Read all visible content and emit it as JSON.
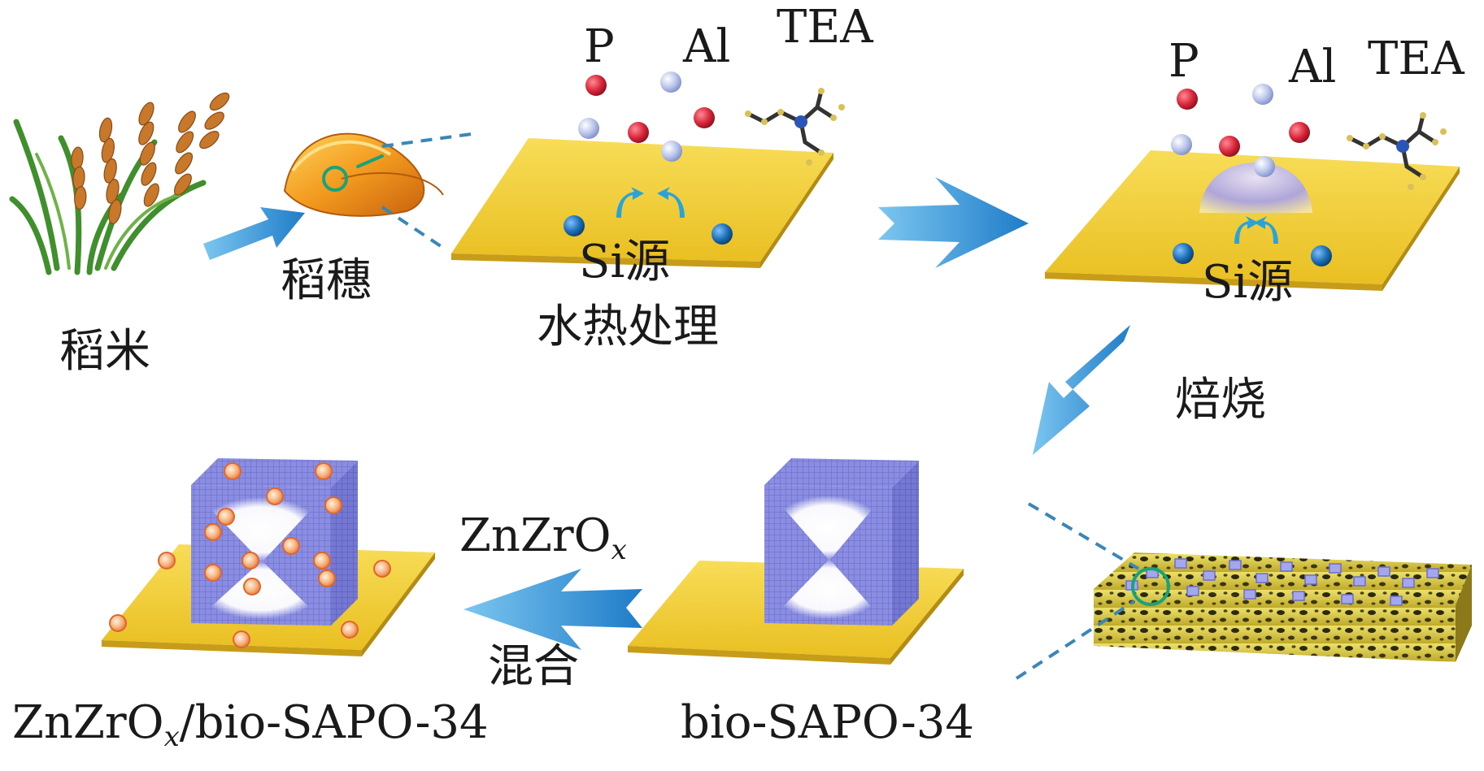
{
  "labels": {
    "rice_plant": "稻米",
    "rice_grain": "稻穗",
    "step1_p": "P",
    "step1_al": "Al",
    "step1_tea": "TEA",
    "step1_si": "Si源",
    "step1_process": "水热处理",
    "step2_p": "P",
    "step2_al": "Al",
    "step2_tea": "TEA",
    "step2_si": "Si源",
    "calcination": "焙烧",
    "mix_agent_main": "ZnZrO",
    "mix_agent_sub": "x",
    "mix_action": "混合",
    "product_left_pre": "ZnZrO",
    "product_left_sub": "x",
    "product_left_post": "/bio-SAPO-34",
    "product_mid": "bio-SAPO-34"
  },
  "colors": {
    "plate": "#f2cd3a",
    "plate_edge": "#c9a11c",
    "arrow": "#3a9ad8",
    "p_ball": "#d8263a",
    "al_ball": "#a9b8e4",
    "si_ball": "#1d6fb5",
    "cube": "#8c8fe3",
    "zn_ball": "#f08a4b",
    "dash": "#3a86b8"
  }
}
